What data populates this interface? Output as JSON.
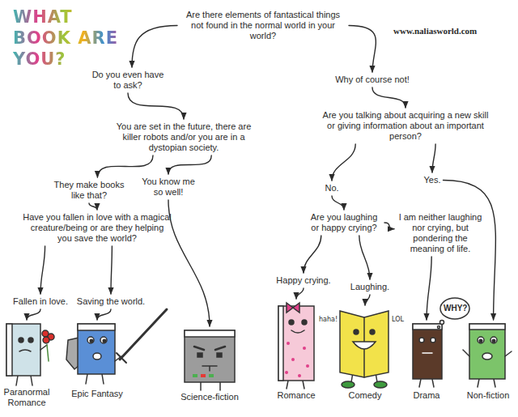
{
  "diagram": {
    "title": "WHAT BOOK ARE YOU?",
    "nodes": [
      {
        "text": [
          "Are there elements of fantastical things not found in the normal world in your world?"
        ]
      },
      {
        "text": [
          "Do you even have to ask?"
        ]
      },
      {
        "text": [
          "Why of course not!"
        ]
      },
      {
        "text": [
          "You are set in the future, there are killer robots and/or you are in a dystopian society."
        ]
      },
      {
        "text": [
          "Are you talking about acquiring a new skill or giving information about an important person?"
        ]
      },
      {
        "text": [
          "They make books like that?"
        ]
      },
      {
        "text": [
          "You know me so well!"
        ]
      },
      {
        "text": [
          "No."
        ]
      },
      {
        "text": [
          "Yes."
        ]
      },
      {
        "text": [
          "Have you fallen in love with a magical creature/being or are they helping you save the world?"
        ]
      },
      {
        "text": [
          "Are you laughing or happy crying?"
        ]
      },
      {
        "text": [
          "I am neither laughing nor crying, but pondering the meaning of life."
        ]
      },
      {
        "text": [
          "Fallen in love."
        ]
      },
      {
        "text": [
          "Saving the world."
        ]
      },
      {
        "text": [
          "Happy crying."
        ]
      },
      {
        "text": [
          "Laughing."
        ]
      },
      {
        "text": [
          "Paranormal Romance"
        ]
      },
      {
        "text": [
          "Epic Fantasy"
        ]
      },
      {
        "text": [
          "Science-fiction"
        ]
      },
      {
        "text": [
          "Romance"
        ]
      },
      {
        "text": [
          "Comedy"
        ]
      },
      {
        "text": [
          "Drama"
        ]
      },
      {
        "text": [
          "Non-fiction"
        ]
      }
    ],
    "edges": [
      {
        "from": 0,
        "to": 1,
        "arrow": "to"
      },
      {
        "from": 0,
        "to": 2,
        "arrow": "to"
      },
      {
        "from": 1,
        "to": 3,
        "arrow": "to"
      },
      {
        "from": 2,
        "to": 4,
        "arrow": "to"
      },
      {
        "from": 3,
        "to": 5,
        "arrow": "to"
      },
      {
        "from": 3,
        "to": 6,
        "arrow": "to"
      },
      {
        "from": 4,
        "to": 7,
        "arrow": "to"
      },
      {
        "from": 4,
        "to": 8,
        "arrow": "to"
      },
      {
        "from": 5,
        "to": 9,
        "arrow": "to"
      },
      {
        "from": 6,
        "to": 18,
        "arrow": "to"
      },
      {
        "from": 7,
        "to": 10,
        "arrow": "to"
      },
      {
        "from": 8,
        "to": 22,
        "arrow": "to"
      },
      {
        "from": 9,
        "to": 12,
        "arrow": "to"
      },
      {
        "from": 9,
        "to": 13,
        "arrow": "to"
      },
      {
        "from": 10,
        "to": 14,
        "arrow": "to"
      },
      {
        "from": 10,
        "to": 15,
        "arrow": "to"
      },
      {
        "from": 10,
        "to": 11,
        "arrow": "to"
      },
      {
        "from": 11,
        "to": 21,
        "arrow": "to"
      },
      {
        "from": 12,
        "to": 16,
        "arrow": "to"
      },
      {
        "from": 13,
        "to": 17,
        "arrow": "to"
      },
      {
        "from": 14,
        "to": 19,
        "arrow": "to"
      },
      {
        "from": 15,
        "to": 20,
        "arrow": "to"
      }
    ],
    "labels": [
      "www.naliasworld.com",
      "haha!",
      "LOL",
      "WHY?"
    ]
  }
}
